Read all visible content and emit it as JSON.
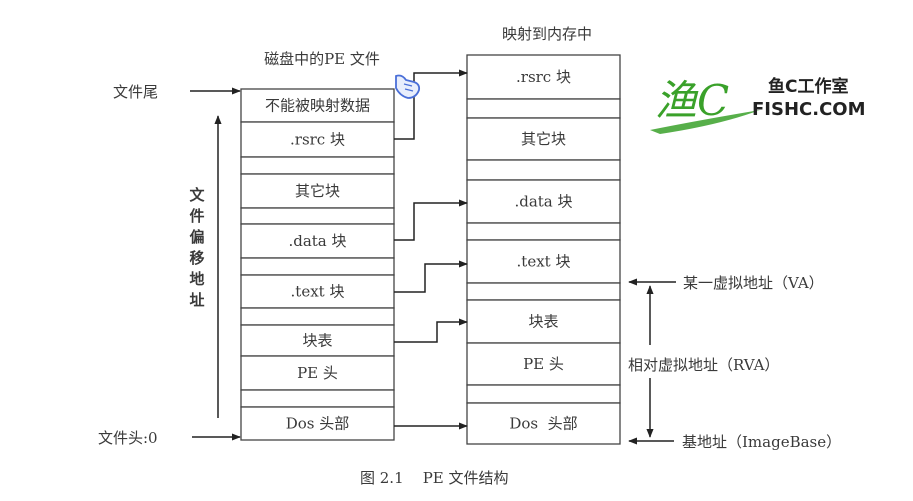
{
  "disk_column": {
    "title": "磁盘中的PE 文件",
    "rows": [
      "不能被映射数据",
      ".rsrc 块",
      "",
      "其它块",
      "",
      ".data 块",
      "",
      ".text 块",
      "",
      "块表",
      "PE 头",
      "",
      "Dos 头部"
    ]
  },
  "memory_column": {
    "title": "映射到内存中",
    "rows": [
      ".rsrc 块",
      "",
      "其它块",
      "",
      ".data 块",
      "",
      ".text 块",
      "",
      "块表",
      "PE 头",
      "",
      "Dos  头部"
    ]
  },
  "left_labels": {
    "file_end": "文件尾",
    "file_start": "文件头:0",
    "file_offset": [
      "文",
      "件",
      "偏",
      "移",
      "地",
      "址"
    ]
  },
  "right_labels": {
    "va": "某一虚拟地址（VA）",
    "rva": "相对虚拟地址（RVA）",
    "image_base": "基地址（ImageBase）"
  },
  "caption": "图 2.1    PE 文件结构",
  "logo": {
    "script": "渔C",
    "cn": "鱼C工作室",
    "en": "FISHC.COM",
    "color": "#3aa12a"
  }
}
